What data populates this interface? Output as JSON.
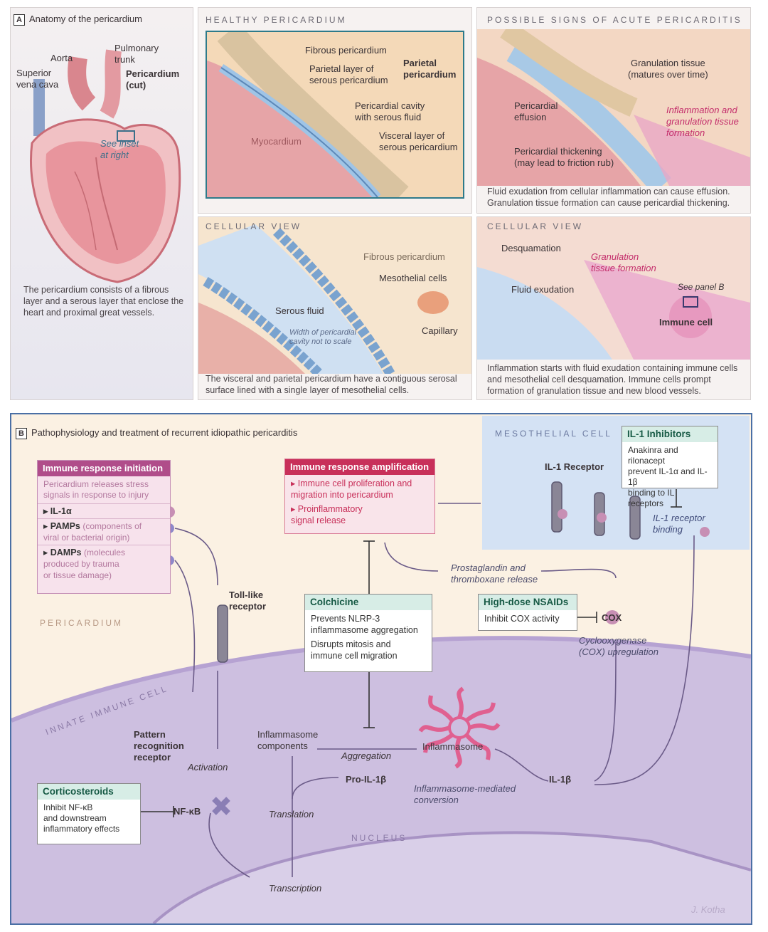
{
  "panelA": {
    "letter": "A",
    "title": "Anatomy of the pericardium",
    "labels": {
      "superior_vena_cava": "Superior\nvena cava",
      "aorta": "Aorta",
      "pulmonary_trunk": "Pulmonary\ntrunk",
      "pericardium_cut": "Pericardium\n(cut)",
      "see_inset": "See inset\nat right"
    },
    "caption": "The pericardium consists of a fibrous layer and a serous layer that enclose the heart and proximal great vessels."
  },
  "healthy": {
    "header": "HEALTHY PERICARDIUM",
    "fibrous": "Fibrous pericardium",
    "parietal_layer": "Parietal layer of\nserous pericardium",
    "parietal_pericardium": "Parietal\npericardium",
    "cavity": "Pericardial cavity\nwith serous fluid",
    "visceral": "Visceral layer of\nserous pericardium",
    "myocardium": "Myocardium"
  },
  "acute": {
    "header": "POSSIBLE SIGNS OF ACUTE PERICARDITIS",
    "granulation": "Granulation tissue\n(matures over time)",
    "effusion": "Pericardial\neffusion",
    "inflammation": "Inflammation and\ngranulation tissue\nformation",
    "thickening": "Pericardial thickening\n(may lead to friction rub)",
    "caption": "Fluid exudation from cellular inflammation can cause effusion. Granulation tissue formation can cause pericardial thickening."
  },
  "cellular_left": {
    "header": "CELLULAR VIEW",
    "fibrous": "Fibrous pericardium",
    "mesothelial": "Mesothelial cells",
    "serous_fluid": "Serous fluid",
    "width_note": "Width of pericardial\ncavity not to scale",
    "capillary": "Capillary",
    "caption": "The visceral and parietal pericardium have a contiguous serosal surface lined with a single layer of mesothelial cells."
  },
  "cellular_right": {
    "header": "CELLULAR VIEW",
    "desquamation": "Desquamation",
    "granulation": "Granulation\ntissue formation",
    "fluid_exudation": "Fluid exudation",
    "see_panel_b": "See panel B",
    "immune_cell": "Immune cell",
    "caption": "Inflammation starts with fluid exudation containing immune cells and mesothelial cell desquamation. Immune cells prompt formation of granulation tissue and new blood vessels."
  },
  "panelB": {
    "letter": "B",
    "title": "Pathophysiology and treatment of recurrent idiopathic pericarditis",
    "initiation": {
      "head": "Immune response initiation",
      "intro": "Pericardium releases stress\nsignals in response to injury",
      "il1a": "IL-1α",
      "pamps": "PAMPs",
      "pamps_note": "(components of\nviral or bacterial origin)",
      "damps": "DAMPs",
      "damps_note": "(molecules\nproduced by trauma\nor tissue damage)"
    },
    "amplification": {
      "head": "Immune response amplification",
      "item1": "Immune cell proliferation and\nmigration into pericardium",
      "item2": "Proinflammatory\nsignal release"
    },
    "mesothelial_cell": "MESOTHELIAL CELL",
    "il1_receptor": "IL-1 Receptor",
    "il1_inhibitors": {
      "head": "IL-1 Inhibitors",
      "body": "Anakinra and rilonacept\nprevent IL-1α and IL-1β\nbinding to IL receptors"
    },
    "il1_binding": "IL-1 receptor\nbinding",
    "prostaglandin": "Prostaglandin and\nthromboxane release",
    "colchicine": {
      "head": "Colchicine",
      "body1": "Prevents NLRP-3\ninflammasome aggregation",
      "body2": "Disrupts mitosis and\nimmune cell migration"
    },
    "nsaids": {
      "head": "High-dose NSAIDs",
      "body": "Inhibit COX activity"
    },
    "cox": "COX",
    "cox_up": "Cyclooxygenase\n(COX) upregulation",
    "tlr": "Toll-like\nreceptor",
    "pericardium": "PERICARDIUM",
    "innate": "INNATE IMMUNE CELL",
    "prr": "Pattern\nrecognition\nreceptor",
    "activation": "Activation",
    "inflammasome_components": "Inflammasome\ncomponents",
    "aggregation": "Aggregation",
    "inflammasome": "Inflammasome",
    "pro_il1b": "Pro-IL-1β",
    "il1b": "IL-1β",
    "conversion": "Inflammasome-mediated\nconversion",
    "translation": "Translation",
    "corticosteroids": {
      "head": "Corticosteroids",
      "body": "Inhibit NF-κB\nand downstream\ninflammatory effects"
    },
    "nfkb": "NF-κB",
    "nucleus": "NUCLEUS",
    "transcription": "Transcription",
    "signature": "J. Kotha"
  },
  "colors": {
    "initiation_head": "#b04d8a",
    "amplification_head": "#c8305a",
    "drug_head_bg": "#d7ede6",
    "drug_head_text": "#175a45",
    "inflammation_text": "#c32c6a",
    "cell_purple": "#c9b8dc",
    "frame_blue": "#4a6fa5"
  }
}
